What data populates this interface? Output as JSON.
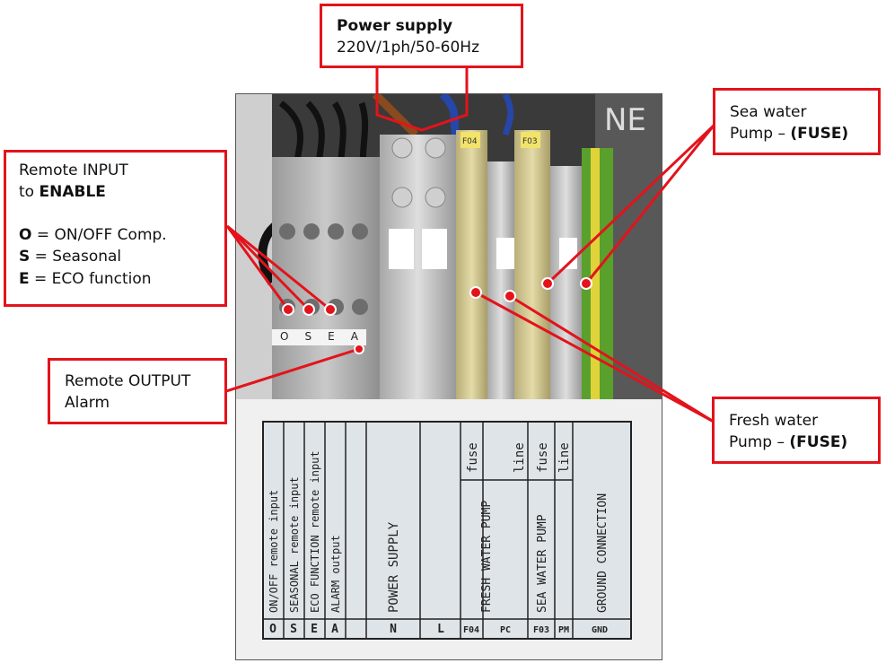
{
  "power_supply": {
    "title": "Power supply",
    "spec": "220V/1ph/50-60Hz"
  },
  "remote_input": {
    "line1": "Remote INPUT",
    "line2_prefix": "to ",
    "line2_bold": "ENABLE",
    "items": [
      {
        "key": "O",
        "text": " = ON/OFF Comp."
      },
      {
        "key": "S",
        "text": " = Seasonal"
      },
      {
        "key": "E",
        "text": " = ECO function"
      }
    ]
  },
  "remote_output": {
    "line1": "Remote OUTPUT",
    "line2": "Alarm"
  },
  "sea_water": {
    "line1": "Sea water",
    "line2_prefix": "Pump – ",
    "line2_bold": "(FUSE)"
  },
  "fresh_water": {
    "line1": "Fresh water",
    "line2_prefix": "Pump – ",
    "line2_bold": "(FUSE)"
  },
  "terminal_strip_letters": [
    "O",
    "S",
    "E",
    "A"
  ],
  "fuse_tags": [
    "F04",
    "F03"
  ],
  "side_letters": "NE",
  "label_plate": {
    "rows": [
      {
        "code": "O",
        "desc": "ON/OFF remote input"
      },
      {
        "code": "S",
        "desc": "SEASONAL remote input"
      },
      {
        "code": "E",
        "desc": "ECO FUNCTION remote input"
      },
      {
        "code": "A",
        "desc": "ALARM output"
      },
      {
        "code": "N",
        "desc": ""
      },
      {
        "code": "L",
        "desc": ""
      },
      {
        "code": "F04",
        "desc": ""
      },
      {
        "code": "PC",
        "desc": ""
      },
      {
        "code": "F03",
        "desc": ""
      },
      {
        "code": "PM",
        "desc": ""
      },
      {
        "code": "GND",
        "desc": ""
      }
    ],
    "power_supply": "POWER SUPPLY",
    "fresh_water_pump": "FRESH WATER PUMP",
    "sea_water_pump": "SEA WATER PUMP",
    "ground_connection": "GROUND CONNECTION",
    "fuse": "fuse",
    "line": "line"
  },
  "colors": {
    "callout_red": "#e3131b",
    "terminal_grey": "#b8b8b8",
    "fuse_beige": "#d8cf9a",
    "ground_green": "#5aa02c",
    "ground_yellow": "#e0d33a"
  }
}
